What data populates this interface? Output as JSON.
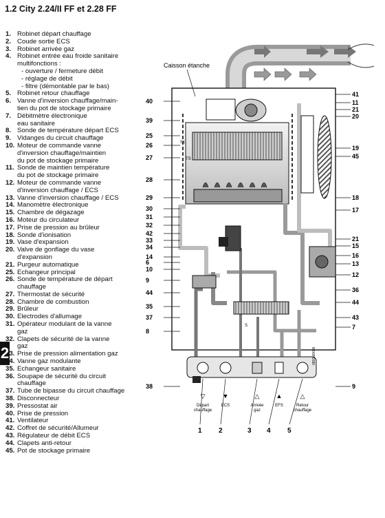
{
  "title": "1.2 City 2.24/II FF et 2.28 FF",
  "side_tab": "2",
  "legend": [
    {
      "n": "1.",
      "t": "Robinet départ chauffage"
    },
    {
      "n": "2.",
      "t": "Coude sortie ECS"
    },
    {
      "n": "3.",
      "t": "Robinet arrivée gaz"
    },
    {
      "n": "4.",
      "t": "Robinet entrée eau froide sanitaire\nmultifonctions :"
    },
    {
      "n": "",
      "t": "- ouverture / fermeture débit",
      "sub": true
    },
    {
      "n": "",
      "t": "- réglage de débit",
      "sub": true
    },
    {
      "n": "",
      "t": "- filtre (démontable par le bas)",
      "sub": true
    },
    {
      "n": "5.",
      "t": "Robinet retour chauffage"
    },
    {
      "n": "6.",
      "t": "Vanne d'inversion chauffage/main-\ntien du pot de stockage primaire"
    },
    {
      "n": "7.",
      "t": "Débitmètre électronique\neau sanitaire"
    },
    {
      "n": "8.",
      "t": "Sonde de température départ ECS"
    },
    {
      "n": "9.",
      "t": "Vidanges du circuit chauffage"
    },
    {
      "n": "10.",
      "t": "Moteur de commande vanne\nd'inversion chauffage/maintien\ndu pot de stockage primaire"
    },
    {
      "n": "11.",
      "t": "Sonde de maintien température\ndu pot de stockage primaire"
    },
    {
      "n": "12.",
      "t": "Moteur de commande vanne\nd'inversion chauffage / ECS"
    },
    {
      "n": "13.",
      "t": "Vanne d'inversion chauffage / ECS"
    },
    {
      "n": "14.",
      "t": "Manomètre électronique"
    },
    {
      "n": "15.",
      "t": "Chambre de dégazage"
    },
    {
      "n": "16.",
      "t": "Moteur du circulateur"
    },
    {
      "n": "17.",
      "t": "Prise de pression au brûleur"
    },
    {
      "n": "18.",
      "t": "Sonde d'ionisation"
    },
    {
      "n": "19.",
      "t": "Vase d'expansion"
    },
    {
      "n": "20.",
      "t": "Valve de gonflage du vase\nd'expansion"
    },
    {
      "n": "21.",
      "t": "Purgeur automatique"
    },
    {
      "n": "25.",
      "t": "Echangeur principal"
    },
    {
      "n": "26.",
      "t": "Sonde de température de départ\nchauffage"
    },
    {
      "n": "27.",
      "t": "Thermostat de sécurité"
    },
    {
      "n": "28.",
      "t": "Chambre de combustion"
    },
    {
      "n": "29.",
      "t": "Brûleur"
    },
    {
      "n": "30.",
      "t": "Electrodes d'allumage"
    },
    {
      "n": "31.",
      "t": "Opérateur modulant de la vanne\ngaz"
    },
    {
      "n": "32.",
      "t": "Clapets de sécurité de la vanne\ngaz"
    },
    {
      "n": "33.",
      "t": "Prise de pression alimentation gaz"
    },
    {
      "n": "34.",
      "t": "Vanne gaz modulante"
    },
    {
      "n": "35.",
      "t": "Echangeur sanitaire"
    },
    {
      "n": "36.",
      "t": "Soupape de sécurité du circuit\nchauffage"
    },
    {
      "n": "37.",
      "t": "Tube de bipasse du circuit chauffage"
    },
    {
      "n": "38.",
      "t": "Disconnecteur"
    },
    {
      "n": "39.",
      "t": "Pressostat air"
    },
    {
      "n": "40.",
      "t": "Prise de pression"
    },
    {
      "n": "41.",
      "t": "Ventilateur"
    },
    {
      "n": "42.",
      "t": "Coffret de sécurité/Allumeur"
    },
    {
      "n": "43.",
      "t": "Régulateur de débit ECS"
    },
    {
      "n": "44.",
      "t": "Clapets anti-retour"
    },
    {
      "n": "45.",
      "t": "Pot de stockage primaire"
    }
  ],
  "diagram": {
    "caisson_label": "Caisson étanche",
    "ts_label": "TS",
    "s1_label": "S1",
    "s_label": "S",
    "ref_code": "0803M0036",
    "callouts_left": [
      "40",
      "39",
      "25",
      "26",
      "27",
      "28",
      "29",
      "30",
      "31",
      "32",
      "42",
      "33",
      "34",
      "14",
      "6",
      "10",
      "9",
      "44",
      "35",
      "37",
      "8",
      "38"
    ],
    "callouts_right": [
      "41",
      "11",
      "21",
      "20",
      "19",
      "45",
      "18",
      "17",
      "21",
      "15",
      "16",
      "13",
      "12",
      "36",
      "44",
      "43",
      "7",
      "9"
    ],
    "bottom_numbers": [
      "1",
      "2",
      "3",
      "4",
      "5"
    ],
    "connections": [
      {
        "sym": "▽",
        "label": "Départ\nchauffage"
      },
      {
        "sym": "▼",
        "label": "ECS"
      },
      {
        "sym": "△",
        "label": "Arrivée\ngaz"
      },
      {
        "sym": "▲",
        "label": "EFS"
      },
      {
        "sym": "△",
        "label": "Retour\nchauffage"
      }
    ]
  }
}
